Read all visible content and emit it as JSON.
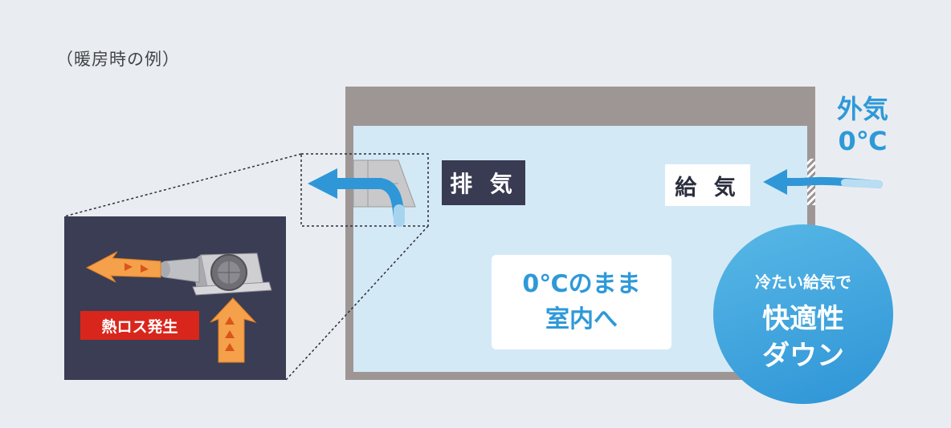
{
  "caption": "（暖房時の例）",
  "labels": {
    "exhaust": "排 気",
    "supply": "給 気",
    "outside_air": "外気",
    "outside_temp": "0℃",
    "indoor_line1": "0℃のまま",
    "indoor_line2": "室内へ",
    "comfort_line1": "冷たい給気で",
    "comfort_line2": "快適性",
    "comfort_line3": "ダウン",
    "heat_loss": "熱ロス発生"
  },
  "colors": {
    "frame": "#9e9695",
    "interior": "#d4e9f6",
    "accent_blue": "#2e99d8",
    "dark_panel": "#3a3d53",
    "heat_orange": "#f5a04a",
    "heat_loss_red": "#d9261c"
  }
}
